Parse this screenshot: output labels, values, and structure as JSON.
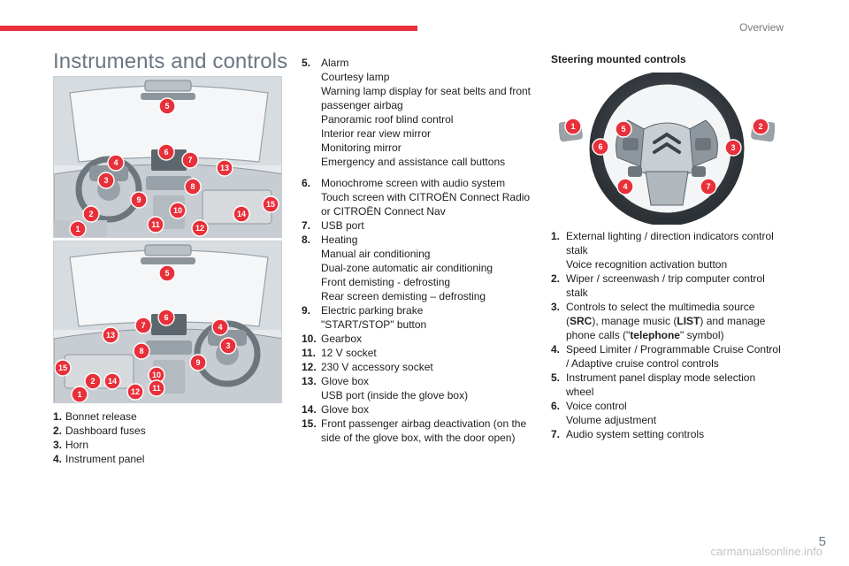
{
  "header": {
    "section": "Overview",
    "page_number": "5"
  },
  "title": "Instruments and controls",
  "badges": [
    "1",
    "2",
    "3",
    "4",
    "5",
    "6",
    "7",
    "8",
    "9",
    "10",
    "11",
    "12",
    "13",
    "14",
    "15"
  ],
  "left_items": [
    {
      "num": "1.",
      "lines": [
        "Bonnet release"
      ]
    },
    {
      "num": "2.",
      "lines": [
        "Dashboard fuses"
      ]
    },
    {
      "num": "3.",
      "lines": [
        "Horn"
      ]
    },
    {
      "num": "4.",
      "lines": [
        "Instrument panel"
      ]
    }
  ],
  "middle_items": [
    {
      "num": "5.",
      "lines": [
        "Alarm",
        "Courtesy lamp",
        "Warning lamp display for seat belts and front",
        "passenger airbag",
        "Panoramic roof blind control",
        "Interior rear view mirror",
        "Monitoring mirror",
        "Emergency and assistance call buttons"
      ]
    },
    {
      "num": "6.",
      "lines": [
        "Monochrome screen with audio system",
        "Touch screen with CITROËN Connect Radio",
        "or CITROËN Connect Nav"
      ]
    },
    {
      "num": "7.",
      "lines": [
        "USB port"
      ]
    },
    {
      "num": "8.",
      "lines": [
        "Heating",
        "Manual air conditioning",
        "Dual-zone automatic air conditioning",
        "Front demisting - defrosting",
        "Rear screen demisting – defrosting"
      ]
    },
    {
      "num": "9.",
      "lines": [
        "Electric parking brake",
        "\"START/STOP\" button"
      ]
    },
    {
      "num": "10.",
      "lines": [
        "Gearbox"
      ]
    },
    {
      "num": "11.",
      "lines": [
        "12 V socket"
      ]
    },
    {
      "num": "12.",
      "lines": [
        "230 V accessory socket"
      ]
    },
    {
      "num": "13.",
      "lines": [
        "Glove box",
        "USB port (inside the glove box)"
      ]
    },
    {
      "num": "14.",
      "lines": [
        "Glove box"
      ]
    },
    {
      "num": "15.",
      "lines": [
        "Front passenger airbag deactivation (on the",
        "side of the glove box, with the door open)"
      ]
    }
  ],
  "steering": {
    "title": "Steering mounted controls",
    "items": [
      {
        "num": "1.",
        "lines": [
          "External lighting / direction indicators control",
          "stalk",
          "Voice recognition activation button"
        ]
      },
      {
        "num": "2.",
        "lines": [
          "Wiper / screenwash / trip computer control",
          "stalk"
        ]
      },
      {
        "num": "3a.",
        "text": "Controls to select the multimedia source"
      },
      {
        "num": "3b.",
        "open": "(",
        "bold": "SRC",
        "close": "), manage music ("
      },
      {
        "num": "3c.",
        "bold": "LIST",
        "close": ") and manage"
      },
      {
        "num": "3d.",
        "open": "phone calls (\"",
        "bold": "telephone",
        "close": "\" symbol)"
      },
      {
        "num": "4.",
        "lines": [
          "Speed Limiter / Programmable Cruise Control",
          "/ Adaptive cruise control controls"
        ]
      },
      {
        "num": "5.",
        "lines": [
          "Instrument panel display mode selection",
          "wheel"
        ]
      },
      {
        "num": "6.",
        "lines": [
          "Voice control",
          "Volume adjustment"
        ]
      },
      {
        "num": "7.",
        "lines": [
          "Audio system setting controls"
        ]
      }
    ]
  },
  "watermark": "carmanualsonline.info",
  "colors": {
    "accent": "#e8303a",
    "title": "#6a7680",
    "text": "#1e1e1e",
    "illustration_bg": "#e7eaed"
  }
}
